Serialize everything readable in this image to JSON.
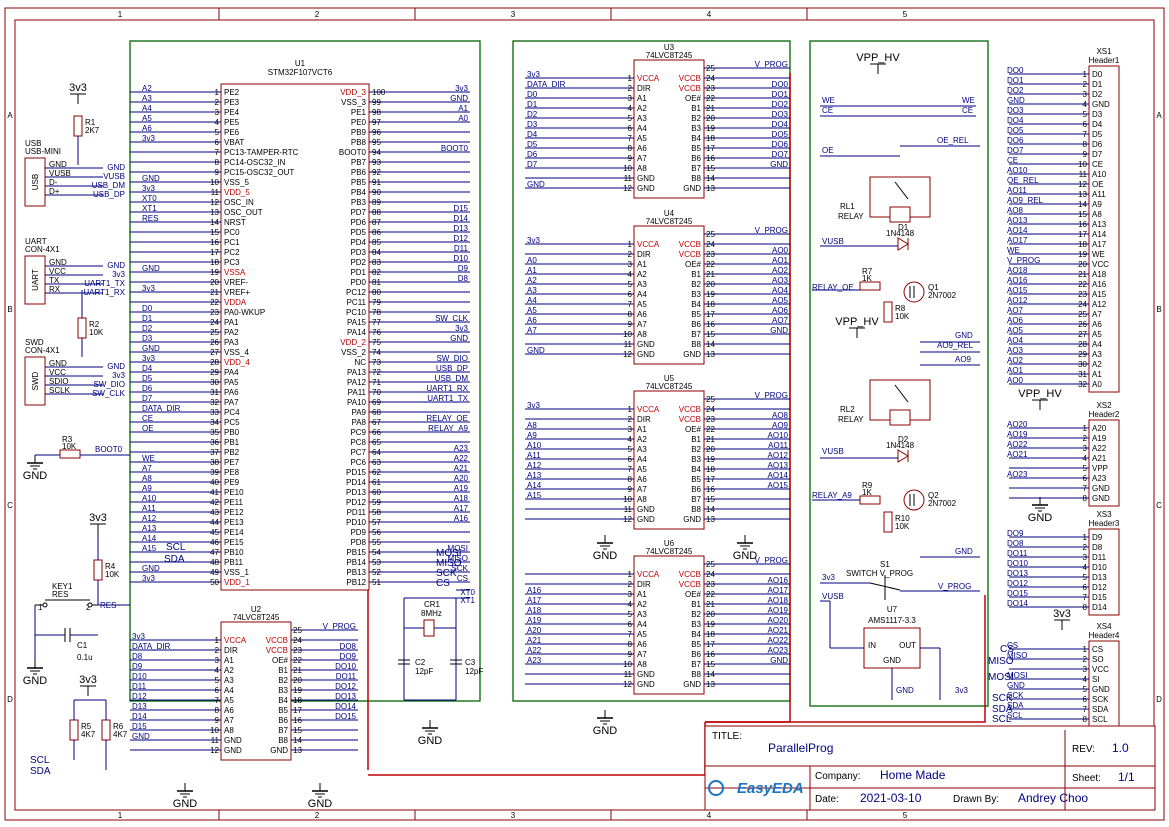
{
  "border": {
    "cols": [
      "1",
      "2",
      "3",
      "4",
      "5"
    ],
    "rows": [
      "A",
      "B",
      "C",
      "D"
    ]
  },
  "title_block": {
    "title_label": "TITLE:",
    "title": "ParallelProg",
    "rev_label": "REV:",
    "rev": "1.0",
    "company_label": "Company:",
    "company": "Home Made",
    "sheet_label": "Sheet:",
    "sheet": "1/1",
    "date_label": "Date:",
    "date": "2021-03-10",
    "drawn_label": "Drawn By:",
    "drawn": "Andrey Choo",
    "logo": "EasyEDA"
  },
  "u1": {
    "ref": "U1",
    "part": "STM32F107VCT6",
    "left": [
      [
        "1",
        "PE2"
      ],
      [
        "2",
        "PE3"
      ],
      [
        "3",
        "PE4"
      ],
      [
        "4",
        "PE5"
      ],
      [
        "5",
        "PE6"
      ],
      [
        "6",
        "VBAT"
      ],
      [
        "7",
        "PC13-TAMPER-RTC"
      ],
      [
        "8",
        "PC14-OSC32_IN"
      ],
      [
        "9",
        "PC15-OSC32_OUT"
      ],
      [
        "10",
        "VSS_5"
      ],
      [
        "11",
        "VDD_5"
      ],
      [
        "12",
        "OSC_IN"
      ],
      [
        "13",
        "OSC_OUT"
      ],
      [
        "14",
        "NRST"
      ],
      [
        "15",
        "PC0"
      ],
      [
        "16",
        "PC1"
      ],
      [
        "17",
        "PC2"
      ],
      [
        "18",
        "PC3"
      ],
      [
        "19",
        "VSSA"
      ],
      [
        "20",
        "VREF-"
      ],
      [
        "21",
        "VREF+"
      ],
      [
        "22",
        "VDDA"
      ],
      [
        "23",
        "PA0-WKUP"
      ],
      [
        "24",
        "PA1"
      ],
      [
        "25",
        "PA2"
      ],
      [
        "26",
        "PA3"
      ],
      [
        "27",
        "VSS_4"
      ],
      [
        "28",
        "VDD_4"
      ],
      [
        "29",
        "PA4"
      ],
      [
        "30",
        "PA5"
      ],
      [
        "31",
        "PA6"
      ],
      [
        "32",
        "PA7"
      ],
      [
        "33",
        "PC4"
      ],
      [
        "34",
        "PC5"
      ],
      [
        "35",
        "PB0"
      ],
      [
        "36",
        "PB1"
      ],
      [
        "37",
        "PB2"
      ],
      [
        "38",
        "PE7"
      ],
      [
        "39",
        "PE8"
      ],
      [
        "40",
        "PE9"
      ],
      [
        "41",
        "PE10"
      ],
      [
        "42",
        "PE11"
      ],
      [
        "43",
        "PE12"
      ],
      [
        "44",
        "PE13"
      ],
      [
        "45",
        "PE14"
      ],
      [
        "46",
        "PE15"
      ],
      [
        "47",
        "PB10"
      ],
      [
        "48",
        "PB11"
      ],
      [
        "49",
        "VSS_1"
      ],
      [
        "50",
        "VDD_1"
      ]
    ],
    "right": [
      [
        "100",
        "VDD_3"
      ],
      [
        "99",
        "VSS_3"
      ],
      [
        "98",
        "PE1"
      ],
      [
        "97",
        "PE0"
      ],
      [
        "96",
        "PB9"
      ],
      [
        "95",
        "PB8"
      ],
      [
        "94",
        "BOOT0"
      ],
      [
        "93",
        "PB7"
      ],
      [
        "92",
        "PB6"
      ],
      [
        "91",
        "PB5"
      ],
      [
        "90",
        "PB4"
      ],
      [
        "89",
        "PB3"
      ],
      [
        "88",
        "PD7"
      ],
      [
        "87",
        "PD6"
      ],
      [
        "86",
        "PD5"
      ],
      [
        "85",
        "PD4"
      ],
      [
        "84",
        "PD3"
      ],
      [
        "83",
        "PD2"
      ],
      [
        "82",
        "PD1"
      ],
      [
        "81",
        "PD0"
      ],
      [
        "80",
        "PC12"
      ],
      [
        "79",
        "PC11"
      ],
      [
        "78",
        "PC10"
      ],
      [
        "77",
        "PA15"
      ],
      [
        "76",
        "PA14"
      ],
      [
        "75",
        "VDD_2"
      ],
      [
        "74",
        "VSS_2"
      ],
      [
        "73",
        "NC"
      ],
      [
        "72",
        "PA13"
      ],
      [
        "71",
        "PA12"
      ],
      [
        "70",
        "PA11"
      ],
      [
        "69",
        "PA10"
      ],
      [
        "68",
        "PA9"
      ],
      [
        "67",
        "PA8"
      ],
      [
        "66",
        "PC9"
      ],
      [
        "65",
        "PC8"
      ],
      [
        "64",
        "PC7"
      ],
      [
        "63",
        "PC6"
      ],
      [
        "62",
        "PD15"
      ],
      [
        "61",
        "PD14"
      ],
      [
        "60",
        "PD13"
      ],
      [
        "59",
        "PD12"
      ],
      [
        "58",
        "PD11"
      ],
      [
        "57",
        "PD10"
      ],
      [
        "56",
        "PD9"
      ],
      [
        "55",
        "PD8"
      ],
      [
        "54",
        "PB15"
      ],
      [
        "53",
        "PB14"
      ],
      [
        "52",
        "PB13"
      ],
      [
        "51",
        "PB12"
      ]
    ],
    "left_nets": [
      "A2",
      "A3",
      "A4",
      "A5",
      "A6",
      "3v3",
      "",
      "",
      "",
      "GND",
      "3v3",
      "XT0",
      "XT1",
      "RES",
      "",
      "",
      "",
      "",
      "GND",
      "",
      "3v3",
      "",
      "D0",
      "D1",
      "D2",
      "D3",
      "GND",
      "3v3",
      "D4",
      "D5",
      "D6",
      "D7",
      "DATA_DIR",
      "CE",
      "OE",
      "",
      "",
      "WE",
      "A7",
      "A8",
      "A9",
      "A10",
      "A11",
      "A12",
      "A13",
      "A14",
      "A15",
      "",
      "GND",
      "3v3"
    ],
    "right_nets": [
      "3v3",
      "GND",
      "A1",
      "A0",
      "",
      "",
      "BOOT0",
      "",
      "",
      "",
      "",
      "",
      "D15",
      "D14",
      "D13",
      "D12",
      "D11",
      "D10",
      "D9",
      "D8",
      "",
      "",
      "",
      "SW_CLK",
      "3v3",
      "GND",
      "",
      "SW_DIO",
      "USB_DP",
      "USB_DM",
      "UART1_RX",
      "UART1_TX",
      "",
      "RELAY_OE",
      "RELAY_A9",
      "",
      "A23",
      "A22",
      "A21",
      "A20",
      "A19",
      "A18",
      "A17",
      "A16",
      "",
      "",
      "MOSI",
      "MISO",
      "SCK",
      "CS"
    ]
  },
  "buffers": [
    {
      "ref": "U3",
      "part": "74LVC8T245",
      "nets_a": [
        "3v3",
        "DATA_DIR",
        "D0",
        "D1",
        "D2",
        "D3",
        "D4",
        "D5",
        "D6",
        "D7",
        "",
        "GND"
      ],
      "nets_b": [
        "V_PROG",
        "",
        "DO0",
        "DO1",
        "DO2",
        "DO3",
        "DO4",
        "DO5",
        "DO6",
        "DO7",
        "GND",
        ""
      ]
    },
    {
      "ref": "U4",
      "part": "74LVC8T245",
      "nets_a": [
        "3v3",
        "",
        "A0",
        "A1",
        "A2",
        "A3",
        "A4",
        "A5",
        "A6",
        "A7",
        "",
        "GND"
      ],
      "nets_b": [
        "V_PROG",
        "",
        "AO0",
        "AO1",
        "AO2",
        "AO3",
        "AO4",
        "AO5",
        "AO6",
        "AO7",
        "GND",
        ""
      ]
    },
    {
      "ref": "U5",
      "part": "74LVC8T245",
      "nets_a": [
        "3v3",
        "",
        "A8",
        "A9",
        "A10",
        "A11",
        "A12",
        "A13",
        "A14",
        "A15",
        "",
        ""
      ],
      "nets_b": [
        "V_PROG",
        "",
        "AO8",
        "AO9",
        "AO10",
        "AO11",
        "AO12",
        "AO13",
        "AO14",
        "AO15",
        "",
        ""
      ]
    },
    {
      "ref": "U6",
      "part": "74LVC8T245",
      "nets_a": [
        "",
        "",
        "A16",
        "A17",
        "A18",
        "A19",
        "A20",
        "A21",
        "A22",
        "A23",
        "",
        ""
      ],
      "nets_b": [
        "V_PROG",
        "",
        "AO16",
        "AO17",
        "AO18",
        "AO19",
        "AO20",
        "AO21",
        "AO22",
        "AO23",
        "GND",
        ""
      ]
    },
    {
      "ref": "U2",
      "part": "74LVC8T245",
      "nets_a": [
        "3v3",
        "DATA_DIR",
        "D8",
        "D9",
        "D10",
        "D11",
        "D12",
        "D13",
        "D14",
        "D15",
        "GND",
        ""
      ],
      "nets_b": [
        "V_PROG",
        "",
        "DO8",
        "DO9",
        "DO10",
        "DO11",
        "DO12",
        "DO13",
        "DO14",
        "DO15",
        "",
        ""
      ]
    }
  ],
  "buffer_pins_left": [
    [
      "1",
      "VCCA"
    ],
    [
      "2",
      "DIR"
    ],
    [
      "3",
      "A1"
    ],
    [
      "4",
      "A2"
    ],
    [
      "5",
      "A3"
    ],
    [
      "6",
      "A4"
    ],
    [
      "7",
      "A5"
    ],
    [
      "8",
      "A6"
    ],
    [
      "9",
      "A7"
    ],
    [
      "10",
      "A8"
    ],
    [
      "11",
      "GND"
    ],
    [
      "12",
      "GND"
    ]
  ],
  "buffer_pins_right": [
    [
      "25",
      ""
    ],
    [
      "24",
      "VCCB"
    ],
    [
      "23",
      "VCCB"
    ],
    [
      "22",
      "OE#"
    ],
    [
      "21",
      "B1"
    ],
    [
      "20",
      "B2"
    ],
    [
      "19",
      "B3"
    ],
    [
      "18",
      "B4"
    ],
    [
      "17",
      "B5"
    ],
    [
      "16",
      "B6"
    ],
    [
      "15",
      "B7"
    ],
    [
      "14",
      "B8"
    ],
    [
      "13",
      "GND"
    ]
  ],
  "connectors": {
    "usb": {
      "ref": "USB",
      "part": "USB-MINI",
      "label": "USB",
      "pins": [
        "GND",
        "VUSB",
        "D-",
        "D+"
      ],
      "nets": [
        "GND",
        "VUSB",
        "USB_DM",
        "USB_DP"
      ]
    },
    "uart": {
      "ref": "UART",
      "part": "CON-4X1",
      "label": "UART",
      "pins": [
        "GND",
        "VCC",
        "TX",
        "RX"
      ],
      "nets": [
        "GND",
        "3v3",
        "UART1_TX",
        "UART1_RX"
      ]
    },
    "swd": {
      "ref": "SWD",
      "part": "CON-4X1",
      "label": "SWD",
      "pins": [
        "GND",
        "VCC",
        "SDIO",
        "SCLK"
      ],
      "nets": [
        "GND",
        "3v3",
        "SW_DIO",
        "SW_CLK"
      ]
    },
    "xs1": {
      "ref": "XS1",
      "part": "Header1",
      "pins": [
        "D0",
        "D1",
        "D2",
        "GND",
        "D3",
        "D4",
        "D5",
        "D6",
        "D7",
        "CE",
        "A10",
        "OE",
        "A11",
        "A9",
        "A8",
        "A13",
        "A14",
        "A17",
        "WE",
        "VCC",
        "A18",
        "A16",
        "A15",
        "A12",
        "A7",
        "A6",
        "A5",
        "A4",
        "A3",
        "A2",
        "A1",
        "A0"
      ],
      "nets": [
        "DO0",
        "DO1",
        "DO2",
        "GND",
        "DO3",
        "DO4",
        "DO5",
        "DO6",
        "DO7",
        "CE",
        "AO10",
        "OE_REL",
        "AO11",
        "AO9_REL",
        "AO8",
        "AO13",
        "AO14",
        "AO17",
        "WE",
        "V_PROG",
        "AO18",
        "AO16",
        "AO15",
        "AO12",
        "AO7",
        "AO6",
        "AO5",
        "AO4",
        "AO3",
        "AO2",
        "AO1",
        "AO0"
      ]
    },
    "xs2": {
      "ref": "XS2",
      "part": "Header2",
      "pins": [
        "A20",
        "A19",
        "A22",
        "A21",
        "VPP",
        "A23",
        "GND",
        "GND"
      ],
      "nets": [
        "AO20",
        "AO19",
        "AO22",
        "AO21",
        "",
        "AO23",
        "",
        ""
      ]
    },
    "xs3": {
      "ref": "XS3",
      "part": "Header3",
      "pins": [
        "D9",
        "D8",
        "D11",
        "D10",
        "D13",
        "D12",
        "D15",
        "D14"
      ],
      "nets": [
        "DO9",
        "DO8",
        "DO11",
        "DO10",
        "DO13",
        "DO12",
        "DO15",
        "DO14"
      ]
    },
    "xs4": {
      "ref": "XS4",
      "part": "Header4",
      "pins": [
        "CS",
        "SO",
        "VCC",
        "SI",
        "GND",
        "SCK",
        "SDA",
        "SCL"
      ],
      "nets": [
        "CS",
        "MISO",
        "",
        "MOSI",
        "GND",
        "SCK",
        "SDA",
        "SCL"
      ]
    }
  },
  "passives": {
    "r1": [
      "R1",
      "2K7"
    ],
    "r2": [
      "R2",
      "10K"
    ],
    "r3": [
      "R3",
      "10K"
    ],
    "r4": [
      "R4",
      "10K"
    ],
    "r5": [
      "R5",
      "4K7"
    ],
    "r6": [
      "R6",
      "4K7"
    ],
    "r7": [
      "R7",
      "1K"
    ],
    "r8": [
      "R8",
      "10K"
    ],
    "r9": [
      "R9",
      "1K"
    ],
    "r10": [
      "R10",
      "10K"
    ],
    "c1": [
      "C1",
      "0.1u"
    ],
    "c2": [
      "C2",
      "12pF"
    ],
    "c3": [
      "C3",
      "12pF"
    ],
    "cr1": [
      "CR1",
      "8MHz"
    ],
    "key1": [
      "KEY1",
      "RES"
    ],
    "rl1": [
      "RL1",
      "RELAY"
    ],
    "rl2": [
      "RL2",
      "RELAY"
    ],
    "d1": [
      "D1",
      "1N4148"
    ],
    "d2": [
      "D2",
      "1N4148"
    ],
    "q1": [
      "Q1",
      "2N7002"
    ],
    "q2": [
      "Q2",
      "2N7002"
    ],
    "s1": [
      "S1",
      "SWITCH V_PROG"
    ],
    "u7": {
      "ref": "U7",
      "part": "AMS1117-3.3",
      "in": "IN",
      "out": "OUT",
      "gnd": "GND"
    }
  },
  "labels": {
    "vpp_hv": "VPP_HV",
    "v3v3": "3v3",
    "gnd": "GND",
    "vusb": "VUSB",
    "v_prog": "V_PROG",
    "we": "WE",
    "ce": "CE",
    "oe": "OE",
    "oe_rel": "OE_REL",
    "ao9_rel": "AO9_REL",
    "ao9": "AO9",
    "relay_oe": "RELAY_OE",
    "relay_a9": "RELAY_A9",
    "boot0": "BOOT0",
    "res": "RES",
    "xt0": "XT0",
    "xt1": "XT1",
    "scl": "SCL",
    "sda": "SDA",
    "cs": "CS",
    "miso": "MISO",
    "mosi": "MOSI",
    "sck": "SCK"
  }
}
